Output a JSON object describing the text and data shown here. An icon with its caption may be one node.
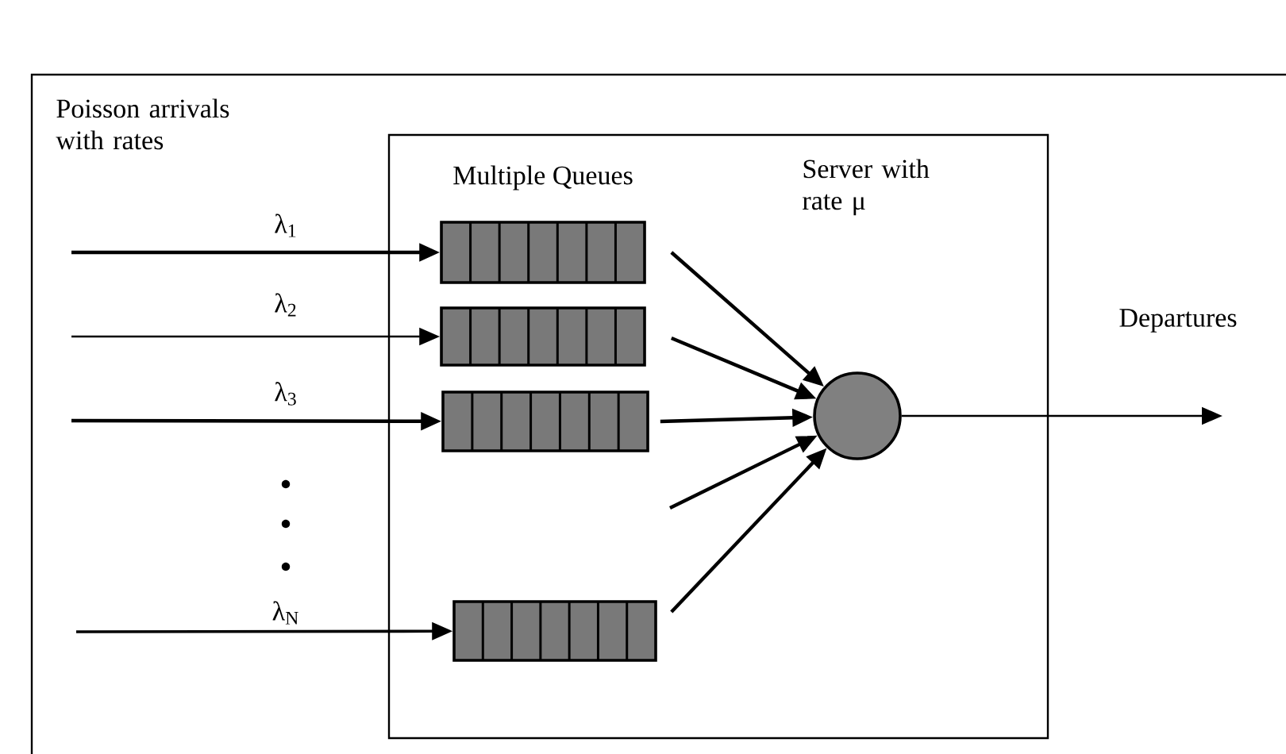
{
  "diagram": {
    "nodes": [
      {
        "text": [],
        "shape": "box"
      },
      {
        "text": [],
        "shape": "bar",
        "in": 0
      },
      {
        "text": [],
        "shape": "bar",
        "in": 0
      },
      {
        "text": [],
        "shape": "bar",
        "in": 0
      },
      {
        "text": [],
        "shape": "bar",
        "in": 0
      },
      {
        "text": [],
        "shape": "circle",
        "in": 0
      }
    ],
    "edges": [
      {
        "from": null,
        "to": 1,
        "arrow": "to",
        "label": "λ$_{1}$"
      },
      {
        "from": null,
        "to": 2,
        "arrow": "to",
        "label": "λ$_{2}$"
      },
      {
        "from": null,
        "to": 3,
        "arrow": "to",
        "label": "λ$_{3}$"
      },
      {
        "from": null,
        "to": 4,
        "arrow": "to",
        "label": "λ$_{N}$"
      },
      {
        "from": 1,
        "to": 5,
        "arrow": "to"
      },
      {
        "from": 2,
        "to": 5,
        "arrow": "to"
      },
      {
        "from": 3,
        "to": 5,
        "arrow": "to"
      },
      {
        "from": null,
        "to": 5,
        "arrow": "to"
      },
      {
        "from": 4,
        "to": 5,
        "arrow": "to"
      },
      {
        "from": 5,
        "to": null,
        "arrow": "to",
        "label": "Departures"
      }
    ],
    "labels": [
      "Poisson arrivals with rates",
      "Multiple Queues",
      "Server with rate μ"
    ]
  }
}
